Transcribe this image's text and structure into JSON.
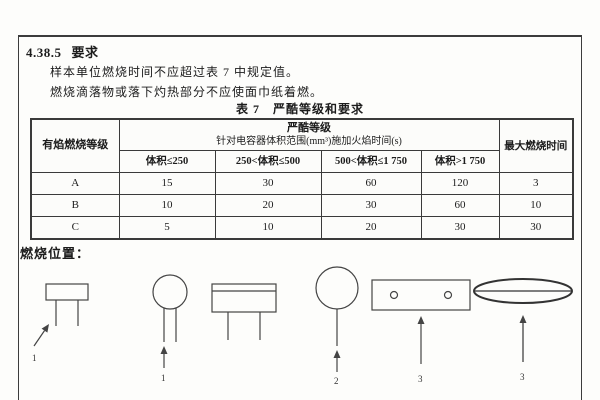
{
  "doc": {
    "section_number": "4.38.5",
    "section_title": "要求",
    "para1": "样本单位燃烧时间不应超过表 7 中规定值。",
    "para2": "燃烧滴落物或落下灼热部分不应使面巾纸着燃。",
    "table_caption": "表 7　严酷等级和要求",
    "burn_position_label": "燃烧位置："
  },
  "table": {
    "grade_header": "有焰燃烧等级",
    "severity_header": "严酷等级",
    "severity_subheader": "针对电容器体积范围(mm³)施加火焰时间(s)",
    "volume_headers": [
      "体积≤250",
      "250<体积≤500",
      "500<体积≤1 750",
      "体积>1 750"
    ],
    "max_time_header": "最大燃烧时间",
    "rows": [
      {
        "grade": "A",
        "t1": "15",
        "t2": "30",
        "t3": "60",
        "t4": "120",
        "max": "3"
      },
      {
        "grade": "B",
        "t1": "10",
        "t2": "20",
        "t3": "30",
        "t4": "60",
        "max": "10"
      },
      {
        "grade": "C",
        "t1": "5",
        "t2": "10",
        "t3": "20",
        "t4": "30",
        "max": "30"
      }
    ]
  },
  "figures": [
    {
      "label": "1"
    },
    {
      "label": "1"
    },
    {
      "label": ""
    },
    {
      "label": "2"
    },
    {
      "label": "3"
    },
    {
      "label": "3"
    }
  ]
}
